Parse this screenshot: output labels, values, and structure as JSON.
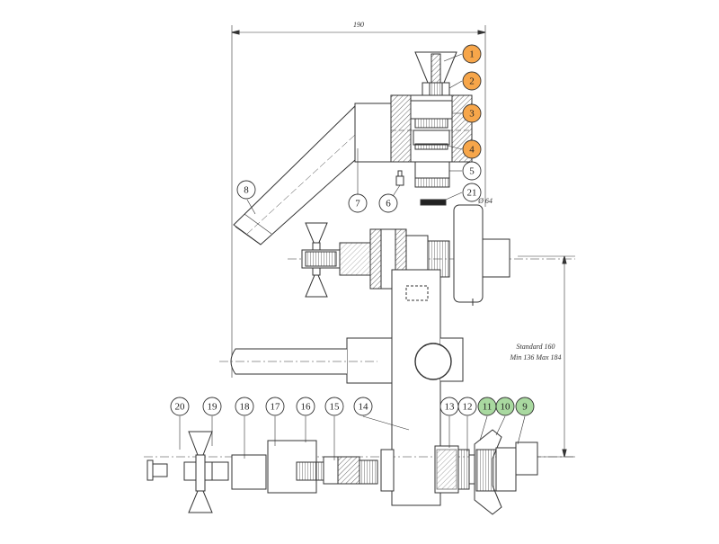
{
  "colors": {
    "orange": "#f7a64a",
    "green": "#a9d9a0",
    "plain": "#ffffff",
    "line": "#333333",
    "hatch": "#555555"
  },
  "dimensions": {
    "overall_width": "190",
    "diameter": "Ø 64",
    "standard": "Standard 160",
    "range": "Min 136 Max 184"
  },
  "callouts": [
    {
      "id": "1",
      "label": "1",
      "fill": "orange"
    },
    {
      "id": "2",
      "label": "2",
      "fill": "orange"
    },
    {
      "id": "3",
      "label": "3",
      "fill": "orange"
    },
    {
      "id": "4",
      "label": "4",
      "fill": "orange"
    },
    {
      "id": "5",
      "label": "5",
      "fill": "plain"
    },
    {
      "id": "6",
      "label": "6",
      "fill": "plain"
    },
    {
      "id": "7",
      "label": "7",
      "fill": "plain"
    },
    {
      "id": "8",
      "label": "8",
      "fill": "plain"
    },
    {
      "id": "9",
      "label": "9",
      "fill": "green"
    },
    {
      "id": "10",
      "label": "10",
      "fill": "green"
    },
    {
      "id": "11",
      "label": "11",
      "fill": "green"
    },
    {
      "id": "12",
      "label": "12",
      "fill": "plain"
    },
    {
      "id": "13",
      "label": "13",
      "fill": "plain"
    },
    {
      "id": "14",
      "label": "14",
      "fill": "plain"
    },
    {
      "id": "15",
      "label": "15",
      "fill": "plain"
    },
    {
      "id": "16",
      "label": "16",
      "fill": "plain"
    },
    {
      "id": "17",
      "label": "17",
      "fill": "plain"
    },
    {
      "id": "18",
      "label": "18",
      "fill": "plain"
    },
    {
      "id": "19",
      "label": "19",
      "fill": "plain"
    },
    {
      "id": "20",
      "label": "20",
      "fill": "plain"
    },
    {
      "id": "21",
      "label": "21",
      "fill": "plain"
    }
  ]
}
